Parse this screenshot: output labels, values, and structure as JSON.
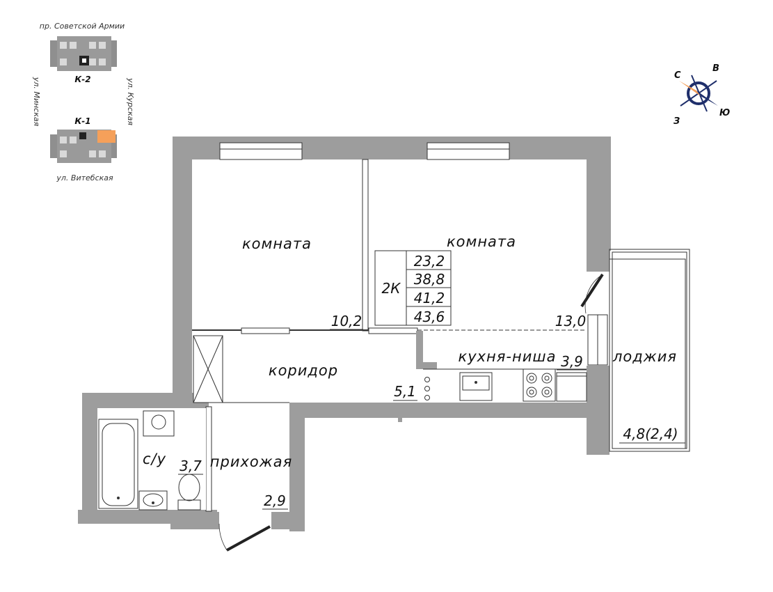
{
  "rooms": {
    "room1": {
      "name": "комната",
      "area": "10,2"
    },
    "room2": {
      "name": "комната",
      "area": "13,0"
    },
    "corridor": {
      "name": "коридор",
      "area": "5,1"
    },
    "kitchen": {
      "name": "кухня-ниша",
      "area": "3,9"
    },
    "loggia": {
      "name": "лоджия",
      "area": "4,8(2,4)"
    },
    "bathroom": {
      "name": "с/у",
      "area": "3,7"
    },
    "hallway": {
      "name": "прихожая",
      "area": "2,9"
    }
  },
  "summary": {
    "type": "2К",
    "values": [
      "23,2",
      "38,8",
      "41,2",
      "43,6"
    ]
  },
  "location": {
    "street_top": "пр. Советской Армии",
    "street_left": "ул. Минская",
    "street_right": "ул. Курская",
    "street_bottom": "ул. Витебская",
    "building_top": "К-2",
    "building_bottom": "К-1",
    "highlight_color": "#f5a05a"
  },
  "compass": {
    "north": "С",
    "east": "В",
    "south": "Ю",
    "west": "З",
    "arrow_color": "#f5a05a",
    "ring_color": "#1f2f6b"
  }
}
